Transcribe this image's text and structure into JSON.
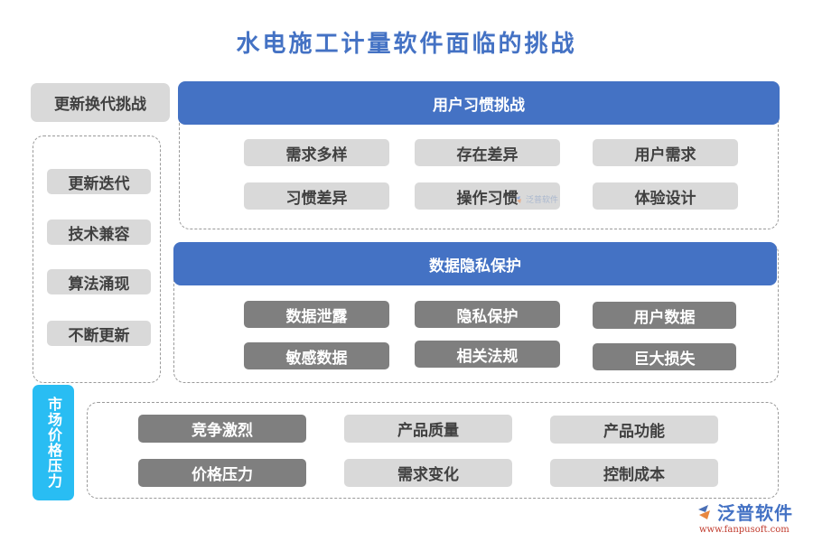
{
  "title": "水电施工计量软件面临的挑战",
  "colors": {
    "title": "#4472c4",
    "header_bar": "#4472c4",
    "light_tag": "#d9d9d9",
    "dark_tag": "#7f7f7f",
    "vertical_label": "#29bdf3"
  },
  "left_section": {
    "header": "更新换代挑战",
    "items": [
      "更新迭代",
      "技术兼容",
      "算法涌现",
      "不断更新"
    ]
  },
  "user_habit_section": {
    "header": "用户习惯挑战",
    "items": [
      "需求多样",
      "存在差异",
      "用户需求",
      "习惯差异",
      "操作习惯",
      "体验设计"
    ]
  },
  "privacy_section": {
    "header": "数据隐私保护",
    "items": [
      "数据泄露",
      "隐私保护",
      "用户数据",
      "敏感数据",
      "相关法规",
      "巨大损失"
    ]
  },
  "market_section": {
    "label": "市场价格压力",
    "items": [
      "竞争激烈",
      "产品质量",
      "产品功能",
      "价格压力",
      "需求变化",
      "控制成本"
    ]
  },
  "logo": {
    "name": "泛普软件",
    "url": "www.fanpusoft.com"
  },
  "watermark": {
    "text": "泛普软件"
  }
}
